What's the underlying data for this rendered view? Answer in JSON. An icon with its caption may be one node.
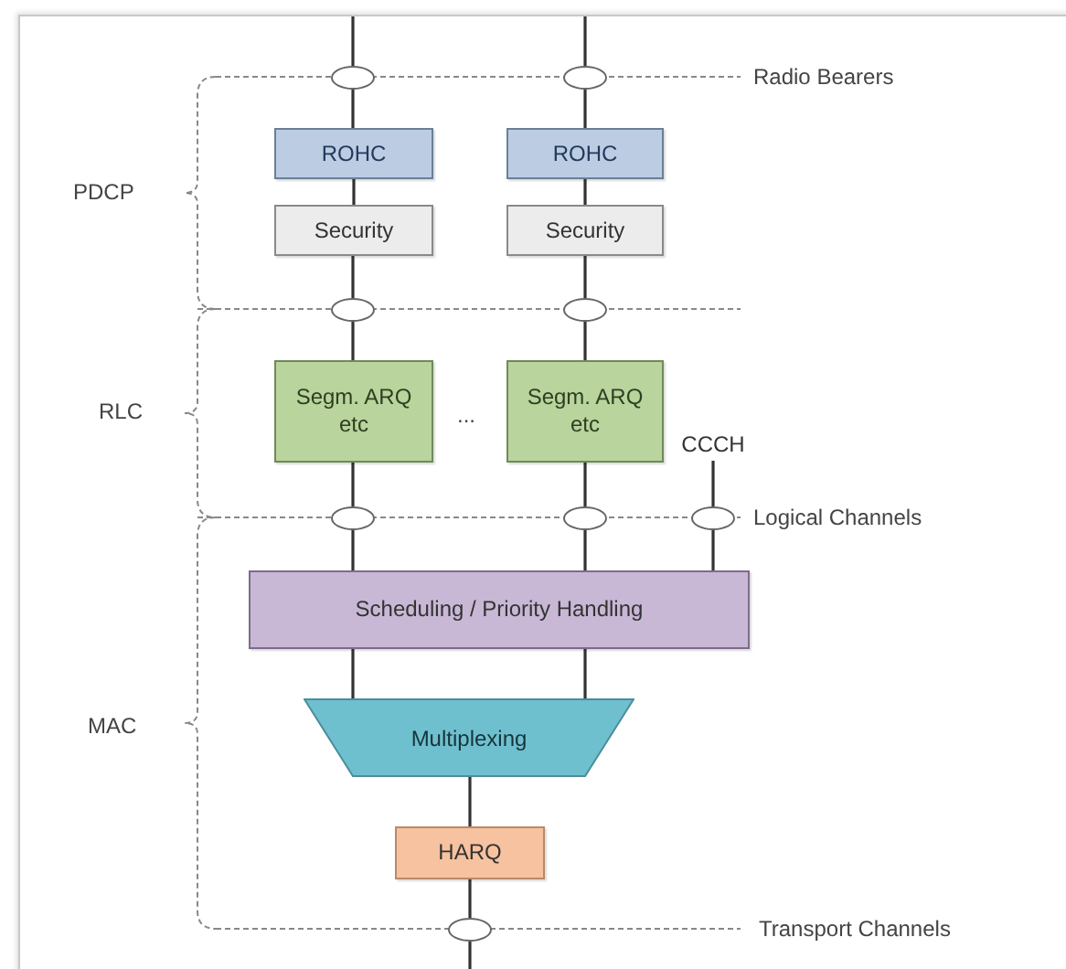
{
  "diagram": {
    "nodes": [
      {
        "text": [],
        "shape": "circle"
      },
      {
        "text": [],
        "shape": "circle"
      },
      {
        "text": [
          "ROHC"
        ]
      },
      {
        "text": [
          "ROHC"
        ]
      },
      {
        "text": [
          "Security"
        ]
      },
      {
        "text": [
          "Security"
        ]
      },
      {
        "text": [],
        "shape": "circle"
      },
      {
        "text": [],
        "shape": "circle"
      },
      {
        "text": [
          "Segm. ARQ etc"
        ]
      },
      {
        "text": [
          "Segm. ARQ etc"
        ]
      },
      {
        "text": [
          "CCCH"
        ]
      },
      {
        "text": [],
        "shape": "circle"
      },
      {
        "text": [],
        "shape": "circle"
      },
      {
        "text": [],
        "shape": "circle"
      },
      {
        "text": [
          "Scheduling / Priority Handling"
        ]
      },
      {
        "text": [
          "Multiplexing"
        ]
      },
      {
        "text": [
          "HARQ"
        ]
      },
      {
        "text": [],
        "shape": "circle"
      }
    ],
    "edges": [
      {
        "from": null,
        "to": 0,
        "arrow": "none"
      },
      {
        "from": null,
        "to": 1,
        "arrow": "none"
      },
      {
        "from": 0,
        "to": 2,
        "arrow": "none"
      },
      {
        "from": 1,
        "to": 3,
        "arrow": "none"
      },
      {
        "from": 2,
        "to": 4,
        "arrow": "none"
      },
      {
        "from": 3,
        "to": 5,
        "arrow": "none"
      },
      {
        "from": 4,
        "to": 6,
        "arrow": "none"
      },
      {
        "from": 5,
        "to": 7,
        "arrow": "none"
      },
      {
        "from": 6,
        "to": 8,
        "arrow": "none"
      },
      {
        "from": 7,
        "to": 9,
        "arrow": "none"
      },
      {
        "from": 8,
        "to": 11,
        "arrow": "none"
      },
      {
        "from": 9,
        "to": 12,
        "arrow": "none"
      },
      {
        "from": 10,
        "to": 13,
        "arrow": "none"
      },
      {
        "from": 11,
        "to": 14,
        "arrow": "none"
      },
      {
        "from": 12,
        "to": 14,
        "arrow": "none"
      },
      {
        "from": 13,
        "to": 14,
        "arrow": "none"
      },
      {
        "from": 14,
        "to": 15,
        "arrow": "none"
      },
      {
        "from": 14,
        "to": 15,
        "arrow": "none"
      },
      {
        "from": 15,
        "to": 16,
        "arrow": "none"
      },
      {
        "from": 16,
        "to": 17,
        "arrow": "none"
      },
      {
        "from": 17,
        "to": null,
        "arrow": "none"
      }
    ],
    "labels": [
      "Radio Bearers",
      "PDCP",
      "RLC",
      "...",
      "Logical Channels",
      "MAC",
      "Transport Channels"
    ]
  }
}
